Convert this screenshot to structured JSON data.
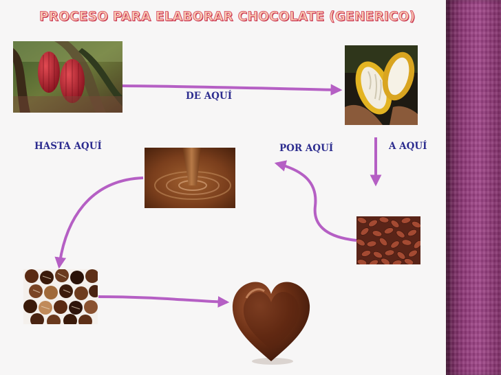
{
  "title": "PROCESO PARA ELABORAR CHOCOLATE (GENERICO)",
  "labels": {
    "de_aqui": "DE AQUÍ",
    "hasta_aqui": "HASTA AQUÍ",
    "por_aqui": "POR AQUÍ",
    "a_aqui": "A AQUÍ"
  },
  "steps": [
    {
      "icon": "cacao-pods-on-tree-icon"
    },
    {
      "icon": "opened-cacao-pod-icon"
    },
    {
      "icon": "dried-cacao-beans-icon"
    },
    {
      "icon": "melted-chocolate-icon"
    },
    {
      "icon": "chocolate-bonbons-icon"
    },
    {
      "icon": "chocolate-heart-icon"
    }
  ],
  "colors": {
    "arrow": "#b55fc4",
    "label": "#2d2d8f",
    "title_fill": "#f7c9b2",
    "title_outline": "#d6405a",
    "sidebar": "#8e3777"
  }
}
